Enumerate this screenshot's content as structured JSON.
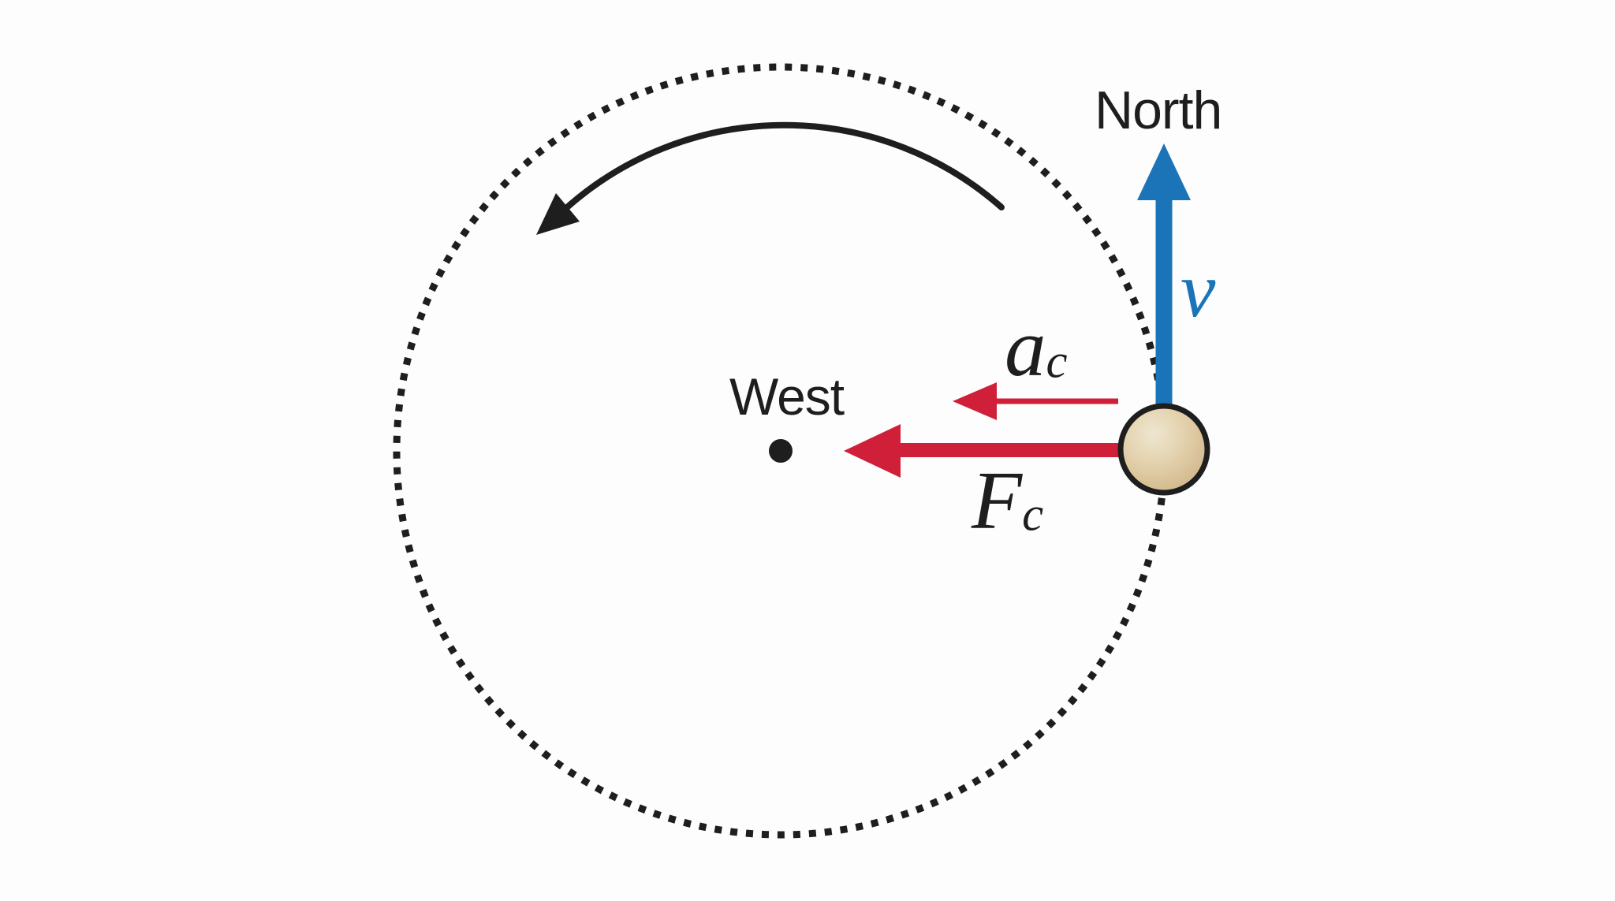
{
  "labels": {
    "north": "North",
    "west": "West",
    "velocity": "v",
    "acceleration": {
      "main": "a",
      "sub": "c"
    },
    "force": {
      "main": "F",
      "sub": "c"
    }
  },
  "colors": {
    "ink": "#1e1e1e",
    "velocity_arrow": "#1b74b8",
    "acceleration_arrow": "#d02039",
    "force_arrow": "#d02039",
    "ball_fill": "#decaa5",
    "background": "#fdfdfd"
  }
}
